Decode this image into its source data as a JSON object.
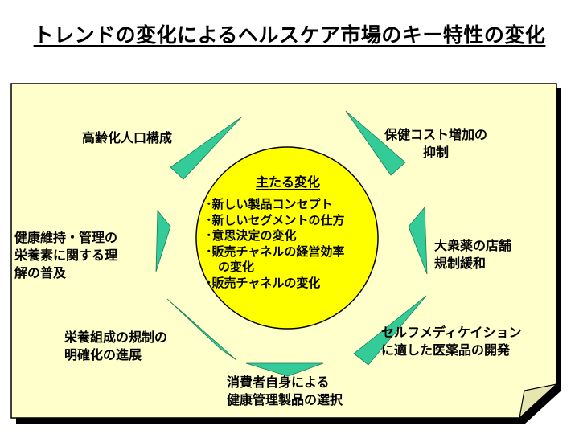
{
  "title": "トレンドの変化によるヘルスケア市場のキー特性の変化",
  "center": {
    "heading": "主たる変化",
    "items": [
      "･新しい製品コンセプト",
      "･新しいセグメントの仕方",
      "･意思決定の変化",
      "･販売チャネルの経営効率",
      "　の変化",
      "･販売チャネルの変化"
    ]
  },
  "outer": {
    "top_left": [
      "高齢化人口構成"
    ],
    "top_right": [
      "保健コスト増加の",
      "抑制"
    ],
    "right": [
      "大衆薬の店舗",
      "規制緩和"
    ],
    "bottom_right": [
      "セルフメディケイション",
      "に適した医薬品の開発"
    ],
    "bottom": [
      "消費者自身による",
      "健康管理製品の選択"
    ],
    "bottom_left": [
      "栄養組成の規制の",
      "明確化の進展"
    ],
    "left": [
      "健康維持・管理の",
      "栄養素に関する理",
      "解の普及"
    ]
  },
  "colors": {
    "panel": "#ffffcc",
    "circle": "#ffff00",
    "arrow": "#33cc99",
    "shadow": "#000000"
  }
}
